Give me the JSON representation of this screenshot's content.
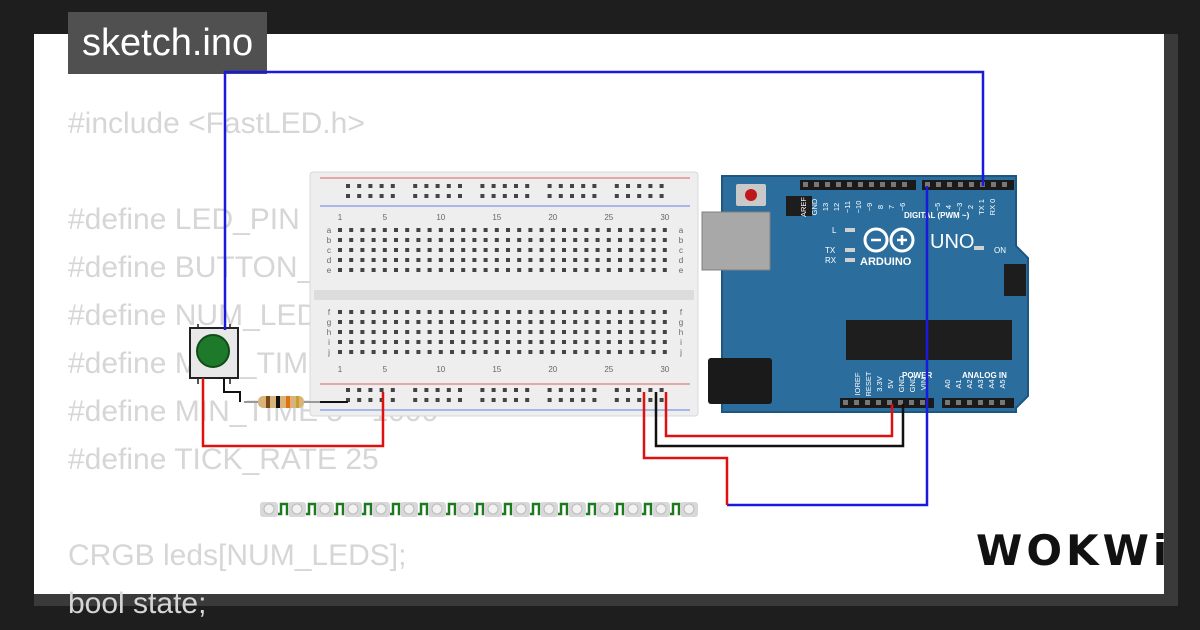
{
  "header": {
    "title": "sketch.ino"
  },
  "code_lines": [
    "#include <FastLED.h>",
    "",
    "#define LED_PIN 3",
    "#define BUTTON_PIN 2",
    "#define NUM_LEDS 16",
    "#define MAX_TIME 5",
    "#define MIN_TIME 5 * 1000",
    "#define TICK_RATE 25",
    "",
    "CRGB leds[NUM_LEDS];",
    "bool state;"
  ],
  "breadboard": {
    "column_numbers": [
      "1",
      "5",
      "10",
      "15",
      "20",
      "25",
      "30"
    ],
    "row_letters_top": [
      "a",
      "b",
      "c",
      "d",
      "e"
    ],
    "row_letters_bottom": [
      "f",
      "g",
      "h",
      "i",
      "j"
    ]
  },
  "arduino": {
    "model_label": "UNO",
    "brand_label": "ARDUINO",
    "digital_label": "DIGITAL (PWM ~)",
    "power_label": "POWER",
    "analog_label": "ANALOG IN",
    "on_label": "ON",
    "l_label": "L",
    "tx_label": "TX",
    "rx_label": "RX",
    "top_pin_labels": [
      "AREF",
      "GND",
      "13",
      "12",
      "~11",
      "~10",
      "~9",
      "8",
      "7",
      "~6",
      "~5",
      "4",
      "~3",
      "2",
      "TX 1",
      "RX 0"
    ],
    "power_pin_labels": [
      "IOREF",
      "RESET",
      "3.3V",
      "5V",
      "GND",
      "GND",
      "VIN"
    ],
    "analog_pin_labels": [
      "A0",
      "A1",
      "A2",
      "A3",
      "A4",
      "A5"
    ]
  },
  "led_strip": {
    "count": 16
  },
  "wire_colors": {
    "signal": "#1a1adc",
    "power": "#e01010",
    "ground": "#111111"
  },
  "logo": {
    "text": "WOKWi"
  }
}
